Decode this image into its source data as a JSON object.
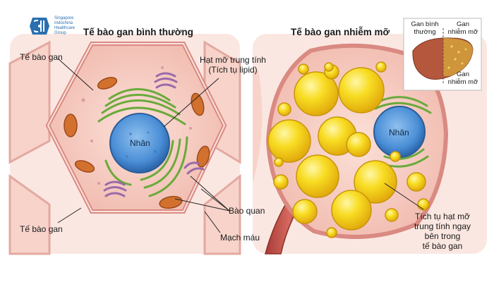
{
  "logo": {
    "name": "Singapore Indochina Healthcare Group",
    "lines": [
      "Singapore",
      "Indochina",
      "Healthcare",
      "Group"
    ],
    "brand_color": "#2a6fb0"
  },
  "left_panel": {
    "title": "Tế bào gan bình thường",
    "label_cell_top": "Tế bào gan",
    "label_cell_bottom": "Tế bào gan",
    "label_nucleus": "Nhân",
    "label_lipid_line1": "Hạt mỡ trung tính",
    "label_lipid_line2": "(Tích tụ lipid)",
    "label_organelles": "Bào quan",
    "label_vessel": "Mạch máu"
  },
  "right_panel": {
    "title": "Tế bào gan nhiễm mỡ",
    "label_nucleus": "Nhân",
    "label_accum_line1": "Tích tụ hạt mỡ",
    "label_accum_line2": "trung tính ngay",
    "label_accum_line3": "bên trong",
    "label_accum_line4": "tế bào gan"
  },
  "inset": {
    "label_normal_line1": "Gan bình",
    "label_normal_line2": "thường",
    "label_fatty_top_line1": "Gan",
    "label_fatty_top_line2": "nhiễm mỡ",
    "label_fatty_bottom_line1": "Gan",
    "label_fatty_bottom_line2": "nhiễm mỡ"
  },
  "colors": {
    "cell_fill": "#f6cfc6",
    "cell_border": "#d98a82",
    "nucleus": "#4a8ed6",
    "er_green": "#6aaa3c",
    "golgi_purple": "#9a6aa8",
    "mitochondria": "#d2702e",
    "fat_yellow": "#f6d21a",
    "liver_brown": "#b5573c",
    "vessel": "#c5514a"
  }
}
